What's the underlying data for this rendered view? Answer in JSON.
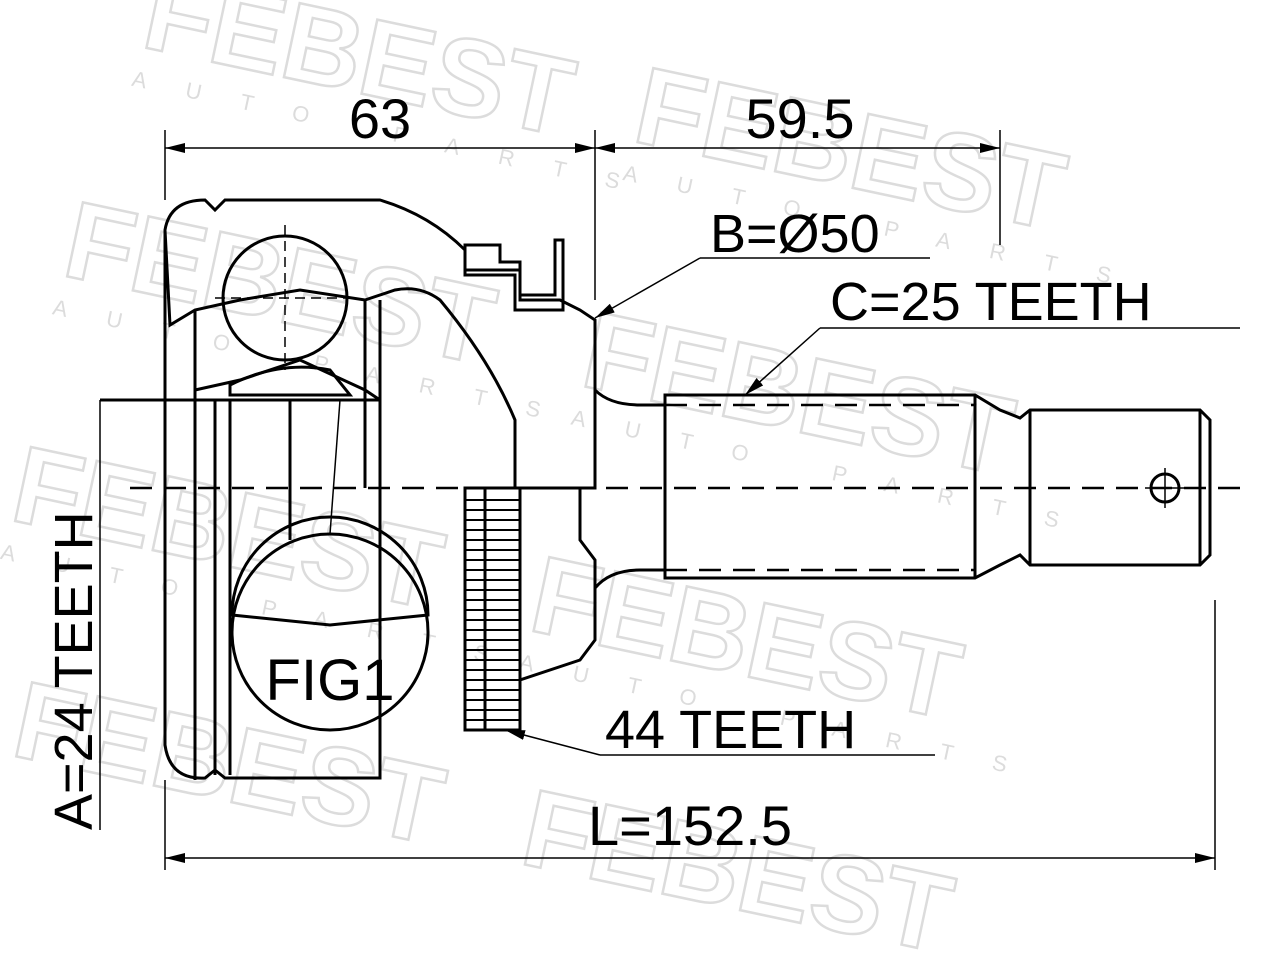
{
  "labels": {
    "dim_63": "63",
    "dim_59_5": "59.5",
    "b_diameter": "B=Ø50",
    "c_teeth": "C=25 TEETH",
    "a_teeth": "A=24 TEETH",
    "abs_teeth": "44 TEETH",
    "length": "L=152.5",
    "fig": "FIG1"
  },
  "watermark": {
    "brand": "FEBEST",
    "sub": "AUTO PARTS"
  },
  "icons": {
    "hatch": "diagonal-hatch-pattern"
  }
}
